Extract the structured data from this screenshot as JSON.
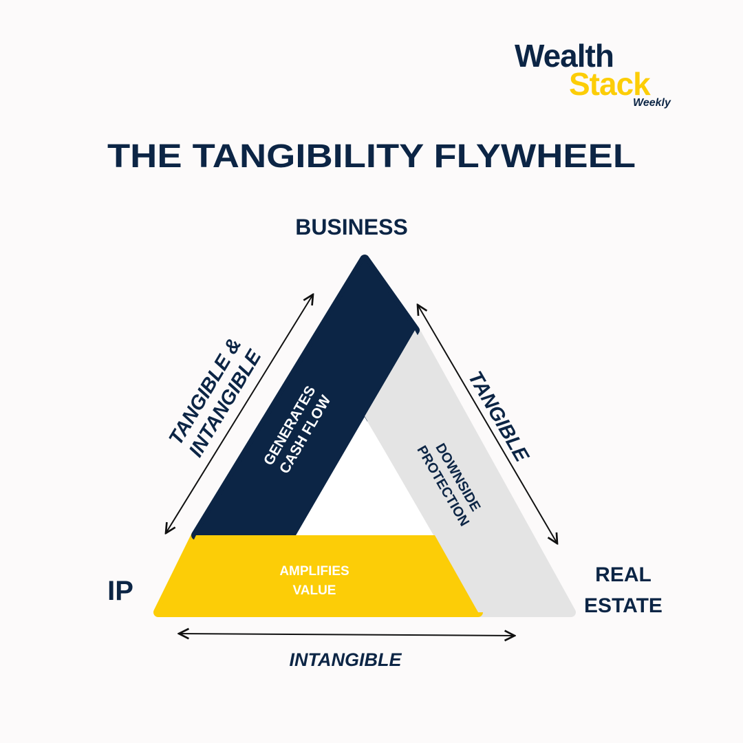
{
  "logo": {
    "line1": "Wealth",
    "line2": "Stack",
    "line3": "Weekly"
  },
  "title": "THE TANGIBILITY FLYWHEEL",
  "vertices": {
    "top": "BUSINESS",
    "left": "IP",
    "right_line1": "REAL",
    "right_line2": "ESTATE"
  },
  "segments": {
    "business": {
      "line1": "GENERATES",
      "line2": "CASH FLOW"
    },
    "real_estate": {
      "line1": "DOWNSIDE",
      "line2": "PROTECTION"
    },
    "ip": {
      "line1": "AMPLIFIES",
      "line2": "VALUE"
    }
  },
  "edges": {
    "left": {
      "line1": "TANGIBLE &",
      "line2": "INTANGIBLE"
    },
    "right": "TANGIBLE",
    "bottom": "INTANGIBLE"
  },
  "colors": {
    "navy": "#0c2545",
    "yellow": "#fccd07",
    "gray": "#e4e4e4",
    "background": "#fcfafa"
  }
}
